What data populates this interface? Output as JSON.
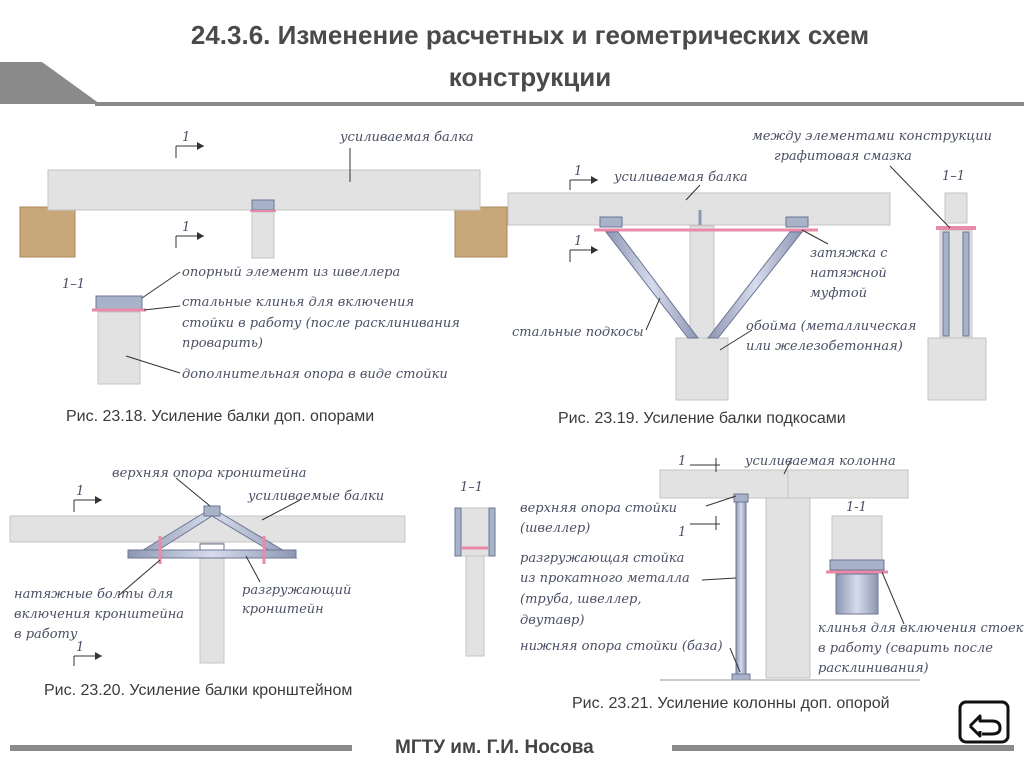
{
  "header": {
    "title_line1": "24.3.6. Изменение расчетных и геометрических схем",
    "title_line2": "конструкции"
  },
  "fig1": {
    "caption": "Рис. 23.18. Усиление балки доп. опорами",
    "section_mark": "1",
    "section_label": "1–1",
    "labels": {
      "beam": "усиливаемая балка",
      "support": "опорный элемент из швеллера",
      "wedges1": "стальные клинья для включения",
      "wedges2": "стойки в работу (после расклинивания",
      "wedges3": "проварить)",
      "post": "дополнительная опора в виде стойки"
    }
  },
  "fig2": {
    "caption": "Рис. 23.19. Усиление балки подкосами",
    "section_mark": "1",
    "section_label": "1–1",
    "labels": {
      "grease1": "между элементами конструкции",
      "grease2": "графитовая смазка",
      "beam": "усиливаемая балка",
      "tie1": "затяжка с",
      "tie2": "натяжной",
      "tie3": "муфтой",
      "braces": "стальные подкосы",
      "clip1": "обойма (металлическая",
      "clip2": "или железобетонная)"
    }
  },
  "fig3": {
    "caption": "Рис. 23.20. Усиление балки кронштейном",
    "section_mark": "1",
    "section_label": "1–1",
    "labels": {
      "top_support": "верхняя опора кронштейна",
      "beams": "усиливаемые балки",
      "bolts1": "натяжные болты для",
      "bolts2": "включения кронштейна",
      "bolts3": "в работу",
      "bracket1": "разгружающий",
      "bracket2": "кронштейн"
    }
  },
  "fig4": {
    "caption": "Рис. 23.21. Усиление колонны доп. опорой",
    "section_mark": "1",
    "section_label": "1-1",
    "labels": {
      "column": "усиливаемая колонна",
      "top1": "верхняя опора стойки",
      "top2": "(швеллер)",
      "post1": "разгружающая стойка",
      "post2": "из прокатного металла",
      "post3": "(труба, швеллер,",
      "post4": "двутавр)",
      "base": "нижняя опора стойки (база)",
      "wedge1": "клинья для включения стоек",
      "wedge2": "в работу (сварить после",
      "wedge3": "расклинивания)"
    }
  },
  "footer": {
    "text": "МГТУ им. Г.И. Носова"
  },
  "nav": {
    "back_icon": "return-arrow-icon"
  },
  "colors": {
    "header_gray": "#8a8a8a",
    "beam_fill": "#e2e2e2",
    "steel": "#a8b2c8",
    "pink": "#e88aa8",
    "brick": "#c8a87a"
  }
}
